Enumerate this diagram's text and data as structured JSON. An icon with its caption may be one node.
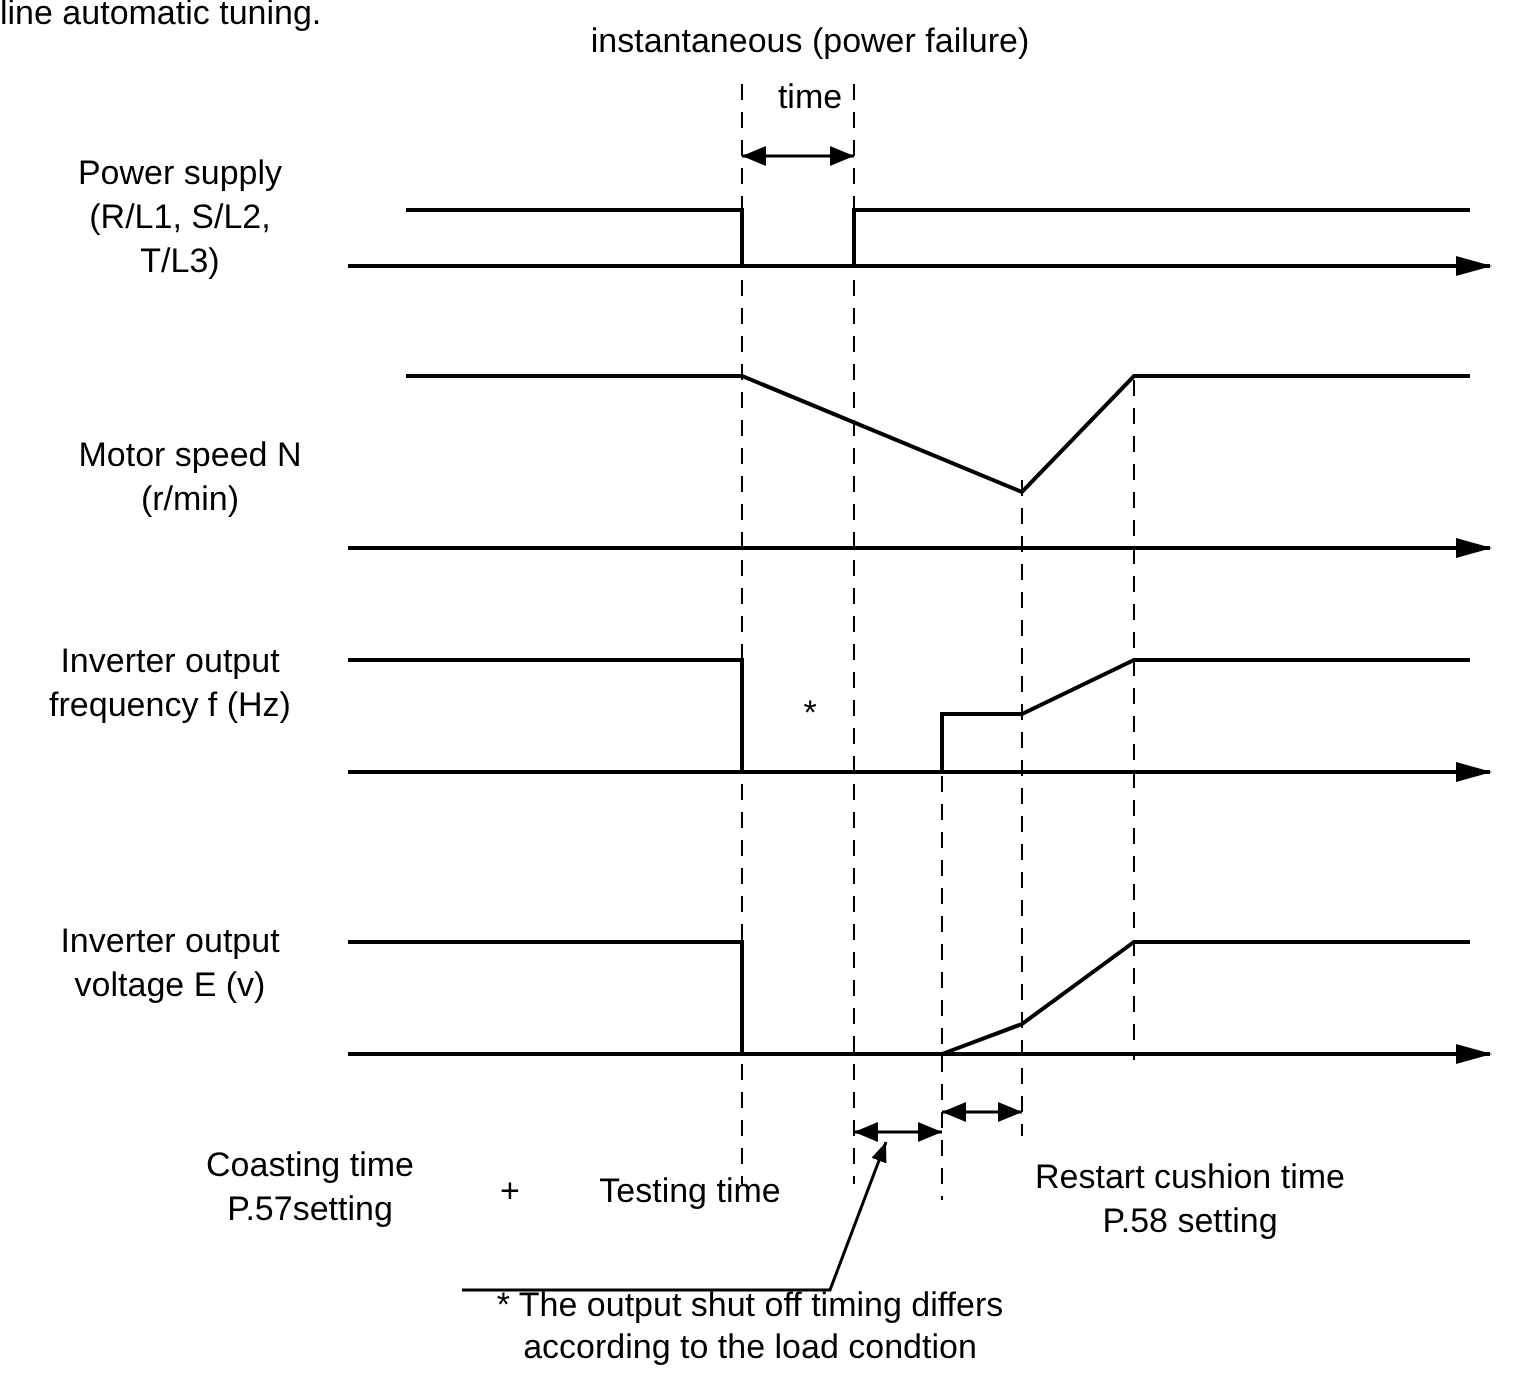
{
  "diagram": {
    "nodes": [
      {
        "text": [
          "* The output shut off timing differs according to the load condtion"
        ]
      },
      {
        "text": [],
        "shape": "arrow"
      }
    ],
    "edges": [
      {
        "from": 0,
        "to": 1,
        "arrow": "to"
      }
    ],
    "labels": [
      "line automatic tuning.",
      "instantaneous (power failure)",
      "time",
      "Power supply (R/L1, S/L2, T/L3)",
      "Motor speed N (r/min)",
      "Inverter output frequency f (Hz)",
      "*",
      "Inverter output voltage E (v)",
      "Coasting time P.57setting",
      "+",
      "Testing time",
      "Restart cushion time P.58 setting"
    ]
  }
}
